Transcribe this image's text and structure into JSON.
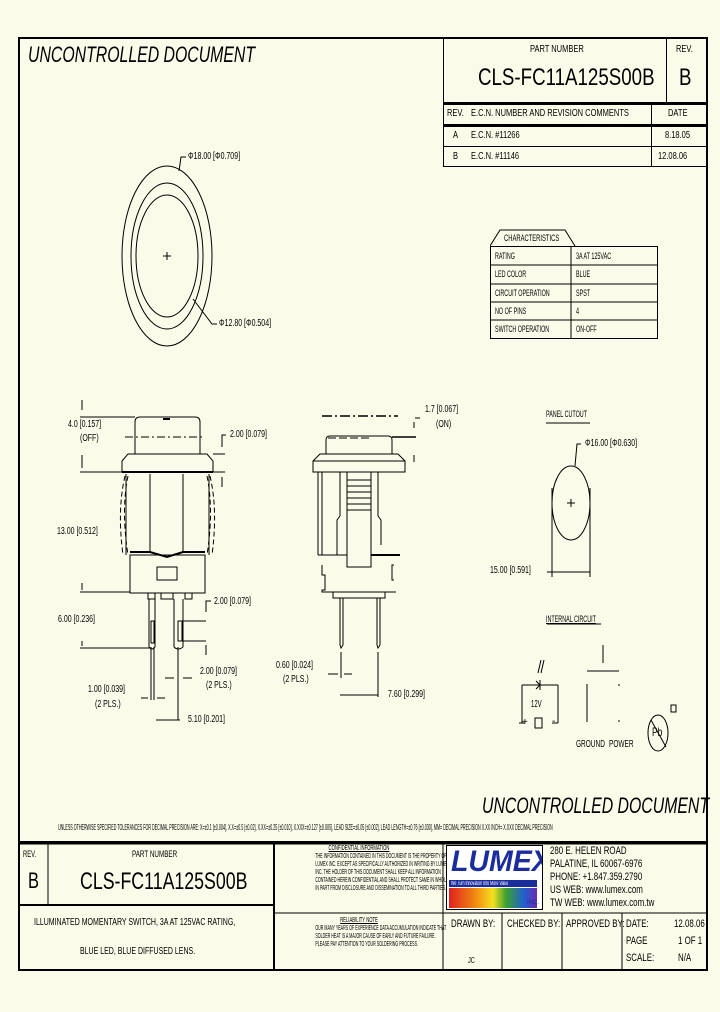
{
  "header": {
    "watermark_top": "UNCONTROLLED DOCUMENT",
    "part_number_label": "PART NUMBER",
    "part_number": "CLS-FC11A125S00B",
    "rev_label": "REV.",
    "rev": "B"
  },
  "revision_table": {
    "headers": [
      "REV.",
      "E.C.N. NUMBER AND REVISION COMMENTS",
      "DATE"
    ],
    "rows": [
      {
        "rev": "A",
        "comment": "E.C.N. #11266",
        "date": "8.18.05"
      },
      {
        "rev": "B",
        "comment": "E.C.N. #11146",
        "date": "12.08.06"
      }
    ]
  },
  "characteristics": {
    "title": "CHARACTERISTICS",
    "rows": [
      {
        "label": "RATING",
        "value": "3A AT 125VAC"
      },
      {
        "label": "LED COLOR",
        "value": "BLUE"
      },
      {
        "label": "CIRCUIT OPERATION",
        "value": "SPST"
      },
      {
        "label": "NO OF PINS",
        "value": "4"
      },
      {
        "label": "SWITCH OPERATION",
        "value": "ON-OFF"
      }
    ]
  },
  "top_view": {
    "outer_dim": "Φ18.00 [Φ0.709]",
    "inner_dim": "Φ12.80 [Φ0.504]"
  },
  "front_view": {
    "dim_travel": "4.0 [0.157]",
    "dim_travel_note": "(OFF)",
    "dim_flange": "2.00 [0.079]",
    "dim_body": "13.00 [0.512]",
    "dim_pin_len": "6.00 [0.236]",
    "dim_pin_slot": "2.00 [0.079]",
    "dim_pin_width": "2.00 [0.079]",
    "dim_pin_width_note": "(2 PLS.)",
    "dim_pin_thick": "1.00 [0.039]",
    "dim_pin_thick_note": "(2 PLS.)",
    "dim_pin_pitch": "5.10 [0.201]"
  },
  "side_view": {
    "dim_on": "1.7 [0.067]",
    "dim_on_note": "(ON)",
    "dim_pin": "0.60 [0.024]",
    "dim_pin_note": "(2 PLS.)",
    "dim_pitch": "7.60 [0.299]"
  },
  "panel_cutout": {
    "title": "PANEL CUTOUT",
    "dia": "Φ16.00 [Φ0.630]",
    "width": "15.00 [0.591]"
  },
  "internal_circuit": {
    "title": "INTERNAL CIRCUIT",
    "voltage": "12V",
    "plus": "+",
    "minus": "-",
    "ground": "GROUND",
    "power": "POWER",
    "rohs": "Pb"
  },
  "watermark_bottom": "UNCONTROLLED DOCUMENT",
  "tolerance_note": "UNLESS OTHERWISE SPECIFIED TOLERANCES FOR DECIMAL PRECISION ARE: X=±0.1 [±0.004], X.X=±0.5 [±0.02], X.XX=±0.25 [±0.010], X.XXX=±0.127 [±0.005], LEAD SIZE=±0.05 [±0.002], LEAD LENGTH=±0.76 [±0.030], MM= DECIMAL PRECISION X.XX  INCH= X.XXX DECIMAL PRECISION",
  "title_block": {
    "rev_label": "REV.",
    "rev": "B",
    "part_number_label": "PART NUMBER",
    "part_number": "CLS-FC11A125S00B",
    "description_line1": "ILLUMINATED MOMENTARY SWITCH, 3A AT 125VAC RATING,",
    "description_line2": "BLUE LED, BLUE DIFFUSED LENS.",
    "confidential_title": "CONFIDENTIAL INFORMATION",
    "confidential_text": [
      "THE INFORMATION CONTAINED IN THIS DOCUMENT IS THE PROPERTY OF",
      "LUMEX INC. EXCEPT AS SPECIFICALLY AUTHORIZED IN WRITING BY LUMEX",
      "INC. THE HOLDER OF THIS DOCUMENT SHALL KEEP ALL INFORMATION",
      "CONTAINED HEREIN CONFIDENTIAL AND SHALL PROTECT SAME IN WHOLE OR",
      "IN PART FROM DISCLOSURE AND DISSEMINATION TO ALL THIRD PARTIES."
    ],
    "reliability_title": "RELIABILITY NOTE",
    "reliability_text": [
      "OUR MANY YEARS OF EXPERIENCE DATA ACCUMULATION INDICATE THAT",
      "SOLDER HEAT IS A MAJOR CAUSE OF EARLY AND FUTURE FAILURE.",
      "PLEASE PAY ATTENTION TO YOUR SOLDERING PROCESS."
    ],
    "logo_text": "LUMEX",
    "logo_tagline": "We Turn Innovation Into More Value",
    "logo_inc": "INC.",
    "address": [
      "280 E. HELEN ROAD",
      "PALATINE, IL 60067-6976",
      "PHONE: +1.847.359.2790",
      "US WEB: www.lumex.com",
      "TW WEB: www.lumex.com.tw"
    ],
    "drawn_by_label": "DRAWN BY:",
    "drawn_by": "JC",
    "checked_by_label": "CHECKED BY:",
    "approved_by_label": "APPROVED BY:",
    "date_label": "DATE:",
    "date": "12.08.06",
    "page_label": "PAGE",
    "page": "1 OF 1",
    "scale_label": "SCALE:",
    "scale": "N/A"
  }
}
